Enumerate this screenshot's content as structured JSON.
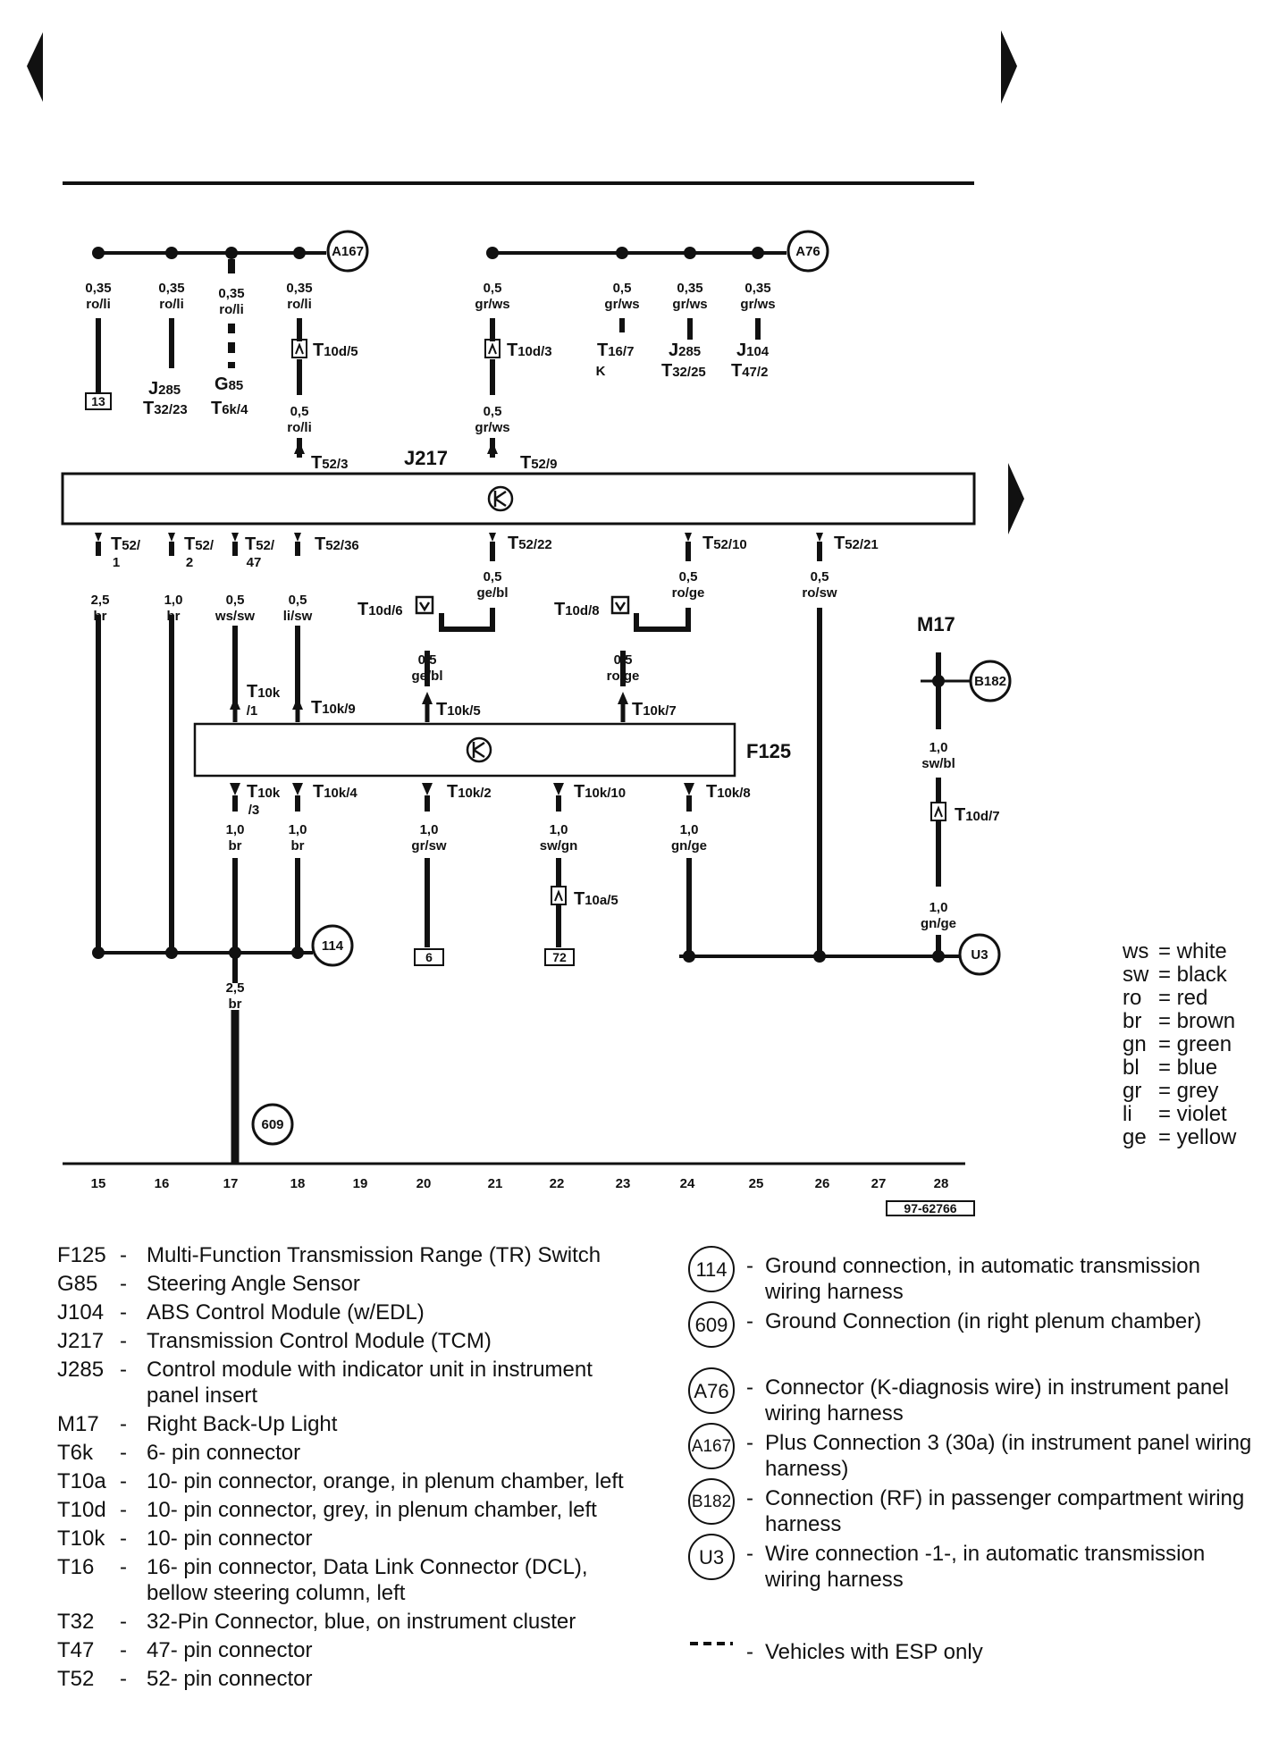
{
  "components": {
    "j217": "J217",
    "f125": "F125",
    "m17": "M17"
  },
  "grounds": {
    "g114": "114",
    "g609": "609",
    "a167": "A167",
    "a76": "A76",
    "b182": "B182",
    "u3": "U3"
  },
  "wires": {
    "w1": [
      "0,35",
      "ro/li"
    ],
    "w2": [
      "0,35",
      "ro/li"
    ],
    "w3": [
      "0,35",
      "ro/li"
    ],
    "w4": [
      "0,35",
      "ro/li"
    ],
    "w5": [
      "0,5",
      "ro/li"
    ],
    "w6": [
      "0,5",
      "gr/ws"
    ],
    "w7": [
      "0,5",
      "gr/ws"
    ],
    "w8": [
      "0,35",
      "gr/ws"
    ],
    "w9": [
      "0,35",
      "gr/ws"
    ],
    "w10": [
      "0,5",
      "gr/ws"
    ],
    "w11": [
      "2,5",
      "br"
    ],
    "w12": [
      "1,0",
      "br"
    ],
    "w13": [
      "0,5",
      "ws/sw"
    ],
    "w14": [
      "0,5",
      "li/sw"
    ],
    "w15": [
      "0,5",
      "ge/bl"
    ],
    "w16": [
      "0,5",
      "ro/ge"
    ],
    "w17": [
      "0,5",
      "ro/sw"
    ],
    "w18": [
      "0,5",
      "ge/bl"
    ],
    "w19": [
      "0,5",
      "ro/ge"
    ],
    "w20": [
      "1,0",
      "sw/bl"
    ],
    "w21": [
      "1,0",
      "br"
    ],
    "w22": [
      "1,0",
      "br"
    ],
    "w23": [
      "1,0",
      "gr/sw"
    ],
    "w24": [
      "1,0",
      "sw/gn"
    ],
    "w25": [
      "1,0",
      "gn/ge"
    ],
    "w26": [
      "1,0",
      "gn/ge"
    ],
    "w27": [
      "2,5",
      "br"
    ]
  },
  "connectors": {
    "c1": [
      "J",
      "285"
    ],
    "c1b": [
      "T",
      "32/23"
    ],
    "c2": [
      "G",
      "85"
    ],
    "c2b": [
      "T",
      "6k/4"
    ],
    "c3": [
      "T",
      "10d/5"
    ],
    "c4": [
      "T",
      "10d/3"
    ],
    "c5": [
      "T",
      "16/7"
    ],
    "c5k": "K",
    "c6": [
      "J",
      "285"
    ],
    "c6b": [
      "T",
      "32/25"
    ],
    "c7": [
      "J",
      "104"
    ],
    "c7b": [
      "T",
      "47/2"
    ],
    "c8": [
      "T",
      "52/3"
    ],
    "c9": [
      "T",
      "52/9"
    ],
    "c10": [
      "T",
      "52/"
    ],
    "c10n": "1",
    "c11": [
      "T",
      "52/"
    ],
    "c11n": "2",
    "c12": [
      "T",
      "52/"
    ],
    "c12n": "47",
    "c13": [
      "T",
      "52/36"
    ],
    "c14": [
      "T",
      "52/22"
    ],
    "c15": [
      "T",
      "52/10"
    ],
    "c16": [
      "T",
      "52/21"
    ],
    "c17": [
      "T",
      "10d/6"
    ],
    "c18": [
      "T",
      "10d/8"
    ],
    "c19": [
      "T",
      "10k"
    ],
    "c19n": "/1",
    "c20": [
      "T",
      "10k/9"
    ],
    "c21": [
      "T",
      "10k/5"
    ],
    "c22": [
      "T",
      "10k/7"
    ],
    "c23": [
      "T",
      "10k"
    ],
    "c23n": "/3",
    "c24": [
      "T",
      "10k/4"
    ],
    "c25": [
      "T",
      "10k/2"
    ],
    "c26": [
      "T",
      "10k/10"
    ],
    "c27": [
      "T",
      "10k/8"
    ],
    "c28": [
      "T",
      "10d/7"
    ],
    "c29": [
      "T",
      "10a/5"
    ]
  },
  "boxes": {
    "b13": "13",
    "b6": "6",
    "b72": "72"
  },
  "lanes": [
    "15",
    "16",
    "17",
    "18",
    "19",
    "20",
    "21",
    "22",
    "23",
    "24",
    "25",
    "26",
    "27",
    "28"
  ],
  "ref_code": "97-62766",
  "color_key": [
    {
      "abbr": "ws",
      "name": "= white"
    },
    {
      "abbr": "sw",
      "name": "= black"
    },
    {
      "abbr": "ro",
      "name": "= red"
    },
    {
      "abbr": "br",
      "name": "= brown"
    },
    {
      "abbr": "gn",
      "name": "= green"
    },
    {
      "abbr": "bl",
      "name": "= blue"
    },
    {
      "abbr": "gr",
      "name": "= grey"
    },
    {
      "abbr": "li",
      "name": "= violet"
    },
    {
      "abbr": "ge",
      "name": "= yellow"
    }
  ],
  "legend": [
    {
      "code": "F125",
      "desc": "Multi-Function Transmission Range (TR) Switch"
    },
    {
      "code": "G85",
      "desc": "Steering Angle Sensor"
    },
    {
      "code": "J104",
      "desc": "ABS Control Module (w/EDL)"
    },
    {
      "code": "J217",
      "desc": "Transmission Control Module (TCM)"
    },
    {
      "code": "J285",
      "desc": "Control module with indicator unit in instrument panel insert"
    },
    {
      "code": "M17",
      "desc": "Right Back-Up Light"
    },
    {
      "code": "T6k",
      "desc": "6- pin connector"
    },
    {
      "code": "T10a",
      "desc": "10- pin connector, orange,  in plenum chamber, left"
    },
    {
      "code": "T10d",
      "desc": "10- pin connector, grey,  in plenum chamber, left"
    },
    {
      "code": "T10k",
      "desc": "10- pin connector"
    },
    {
      "code": "T16",
      "desc": "16- pin connector, Data Link Connector (DCL), bellow steering column, left"
    },
    {
      "code": "T32",
      "desc": "32-Pin Connector, blue, on instrument cluster"
    },
    {
      "code": "T47",
      "desc": "47- pin connector"
    },
    {
      "code": "T52",
      "desc": "52- pin connector"
    }
  ],
  "legend_right": [
    {
      "symbol": "114",
      "desc": "Ground connection, in automatic transmission wiring harness"
    },
    {
      "symbol": "609",
      "desc": "Ground Connection (in right plenum chamber)"
    },
    {
      "symbol": "A76",
      "desc": "Connector (K-diagnosis wire) in instrument panel wiring harness"
    },
    {
      "symbol": "A167",
      "desc": "Plus Connection 3 (30a) (in instrument panel wiring harness)"
    },
    {
      "symbol": "B182",
      "desc": "Connection (RF) in passenger compartment wiring harness"
    },
    {
      "symbol": "U3",
      "desc": "Wire connection -1-, in automatic transmission wiring harness"
    }
  ],
  "esp_note": "Vehicles with ESP only",
  "dash": "-"
}
